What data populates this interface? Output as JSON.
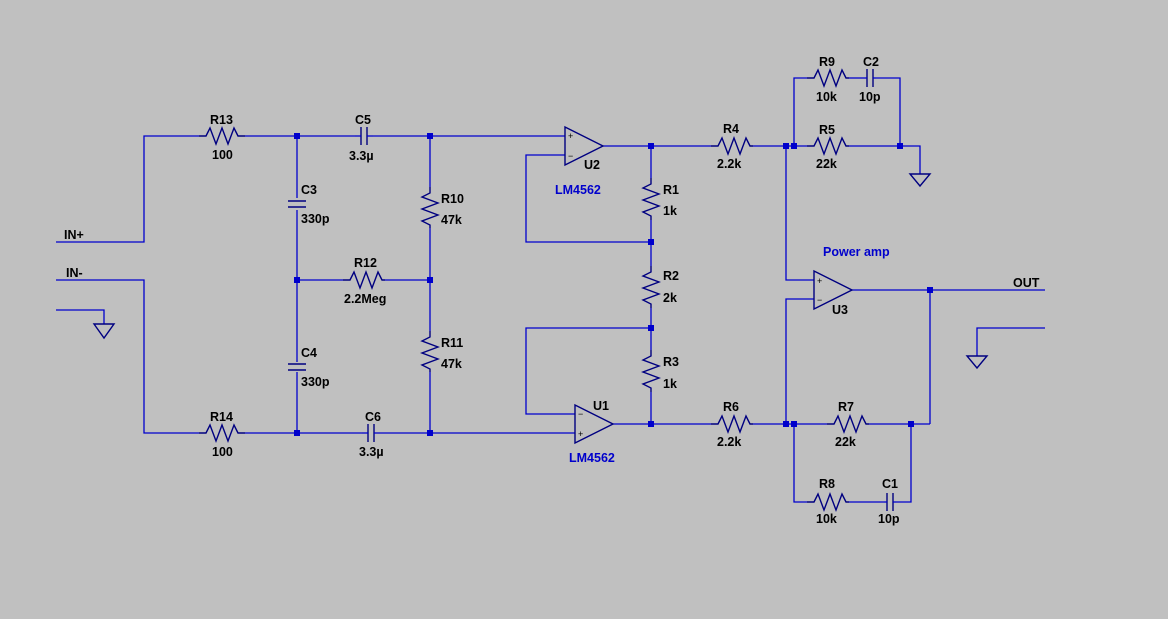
{
  "components": {
    "R1": {
      "ref": "R1",
      "value": "1k"
    },
    "R2": {
      "ref": "R2",
      "value": "2k"
    },
    "R3": {
      "ref": "R3",
      "value": "1k"
    },
    "R4": {
      "ref": "R4",
      "value": "2.2k"
    },
    "R5": {
      "ref": "R5",
      "value": "22k"
    },
    "R6": {
      "ref": "R6",
      "value": "2.2k"
    },
    "R7": {
      "ref": "R7",
      "value": "22k"
    },
    "R8": {
      "ref": "R8",
      "value": "10k"
    },
    "R9": {
      "ref": "R9",
      "value": "10k"
    },
    "R10": {
      "ref": "R10",
      "value": "47k"
    },
    "R11": {
      "ref": "R11",
      "value": "47k"
    },
    "R12": {
      "ref": "R12",
      "value": "2.2Meg"
    },
    "R13": {
      "ref": "R13",
      "value": "100"
    },
    "R14": {
      "ref": "R14",
      "value": "100"
    },
    "C1": {
      "ref": "C1",
      "value": "10p"
    },
    "C2": {
      "ref": "C2",
      "value": "10p"
    },
    "C3": {
      "ref": "C3",
      "value": "330p"
    },
    "C4": {
      "ref": "C4",
      "value": "330p"
    },
    "C5": {
      "ref": "C5",
      "value": "3.3µ"
    },
    "C6": {
      "ref": "C6",
      "value": "3.3µ"
    },
    "U1": {
      "ref": "U1",
      "model": "LM4562"
    },
    "U2": {
      "ref": "U2",
      "model": "LM4562"
    },
    "U3": {
      "ref": "U3",
      "model": "Power amp"
    }
  },
  "nets": {
    "in_plus": "IN+",
    "in_minus": "IN-",
    "out": "OUT"
  },
  "pins": {
    "plus": "+",
    "minus": "−"
  },
  "colors": {
    "background": "#c0c0c0",
    "wire": "#0000cc",
    "symbol": "#000080",
    "text": "#000000"
  }
}
